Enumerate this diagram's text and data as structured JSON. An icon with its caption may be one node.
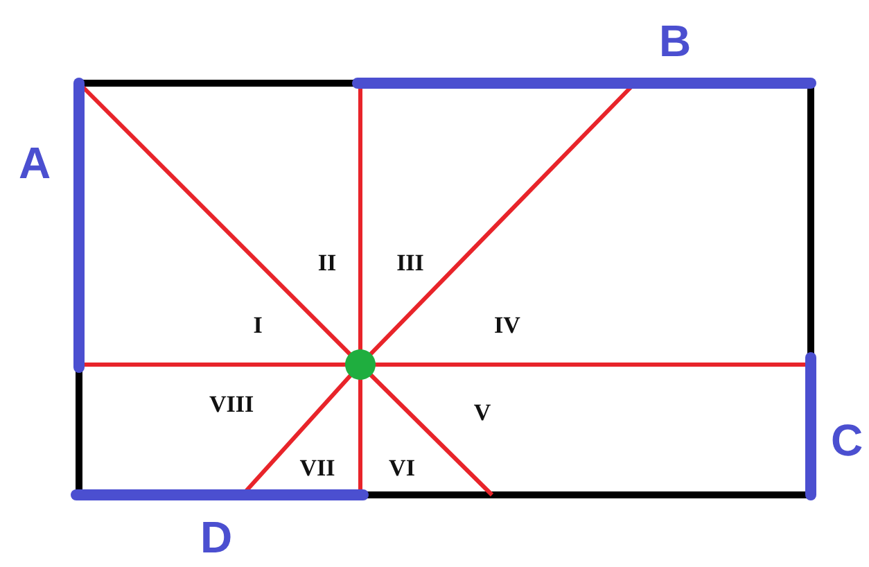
{
  "diagram": {
    "labels": [
      "B",
      "A",
      "II",
      "III",
      "I",
      "IV",
      "VIII",
      "V",
      "VII",
      "VI",
      "C",
      "D"
    ]
  }
}
